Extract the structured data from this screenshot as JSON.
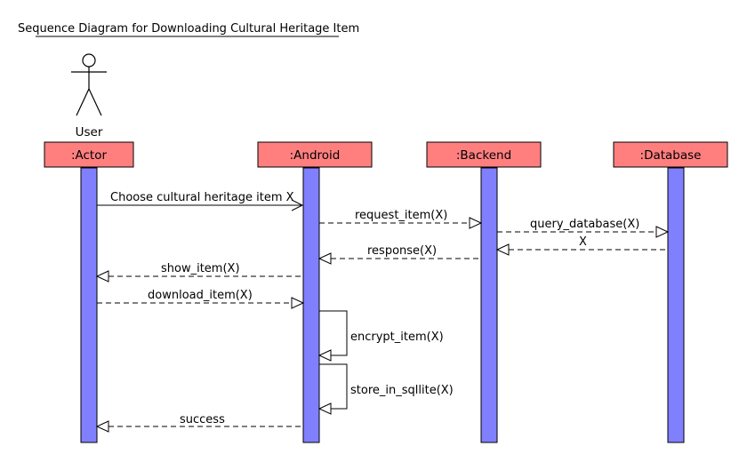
{
  "diagram": {
    "title": "Sequence Diagram for Downloading Cultural Heritage Item",
    "actor_label": "User",
    "colors": {
      "header_fill": "#ff7f7f",
      "activation_fill": "#8080ff",
      "line": "#000000"
    },
    "lifelines": [
      {
        "id": "actor",
        "label": ":Actor"
      },
      {
        "id": "android",
        "label": ":Android"
      },
      {
        "id": "backend",
        "label": ":Backend"
      },
      {
        "id": "database",
        "label": ":Database"
      }
    ],
    "messages": [
      {
        "label": "Choose cultural heritage item X",
        "from": "actor",
        "to": "android",
        "style": "sync"
      },
      {
        "label": "request_item(X)",
        "from": "android",
        "to": "backend",
        "style": "async"
      },
      {
        "label": "query_database(X)",
        "from": "backend",
        "to": "database",
        "style": "async"
      },
      {
        "label": "X",
        "from": "database",
        "to": "backend",
        "style": "return"
      },
      {
        "label": "response(X)",
        "from": "backend",
        "to": "android",
        "style": "return"
      },
      {
        "label": "show_item(X)",
        "from": "android",
        "to": "actor",
        "style": "return"
      },
      {
        "label": "download_item(X)",
        "from": "actor",
        "to": "android",
        "style": "async"
      },
      {
        "label": "encrypt_item(X)",
        "from": "android",
        "to": "android",
        "style": "self"
      },
      {
        "label": "store_in_sqllite(X)",
        "from": "android",
        "to": "android",
        "style": "self"
      },
      {
        "label": "success",
        "from": "android",
        "to": "actor",
        "style": "return"
      }
    ]
  }
}
